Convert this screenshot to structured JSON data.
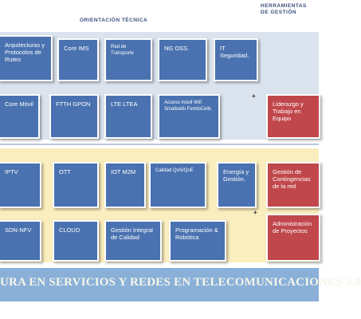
{
  "headers": {
    "tecnica": "ORIENTACIÓN TÉCNICA",
    "gestion": "HERRAMIENTAS DE GESTIÓN"
  },
  "tech_row1": [
    {
      "label": "Arquitecturas y Protocolos de Ruteo"
    },
    {
      "label": "Core IMS"
    },
    {
      "label": "Red de Transporte"
    },
    {
      "label": "NG OSS."
    },
    {
      "label": "IT Seguridad."
    }
  ],
  "tech_row2": [
    {
      "label": "Core Móvil"
    },
    {
      "label": "FTTH GPON"
    },
    {
      "label": "LTE LTEA"
    },
    {
      "label": "Acceso móvil Wifi Smallcells FemtoCells"
    }
  ],
  "services_row1": [
    {
      "label": "IPTV"
    },
    {
      "label": "OTT"
    },
    {
      "label": "IOT M2M"
    },
    {
      "label": "Calidad QoS/QoE"
    },
    {
      "label": "Energía y Gestión."
    }
  ],
  "services_row2": [
    {
      "label": "SDN-NFV"
    },
    {
      "label": "CLOUD"
    },
    {
      "label": "Gestión Integral de Calidad"
    },
    {
      "label": "Programación & Robótica"
    }
  ],
  "gestion_boxes": [
    {
      "label": "Liderazgo y Trabajo en Equipo"
    },
    {
      "label": "Gestión de Contingencias de la red"
    },
    {
      "label": "Administración de Proyectos"
    }
  ],
  "plus_signs": [
    "+",
    "+"
  ],
  "footer_text": "URA EN SERVICIOS Y REDES EN TELECOMUNICACIONES 3.0",
  "colors": {
    "box_blue": "#4a72b0",
    "box_red": "#c0474b",
    "band_yellow": "#fbeebe",
    "band_blue": "#dbe3ee"
  }
}
